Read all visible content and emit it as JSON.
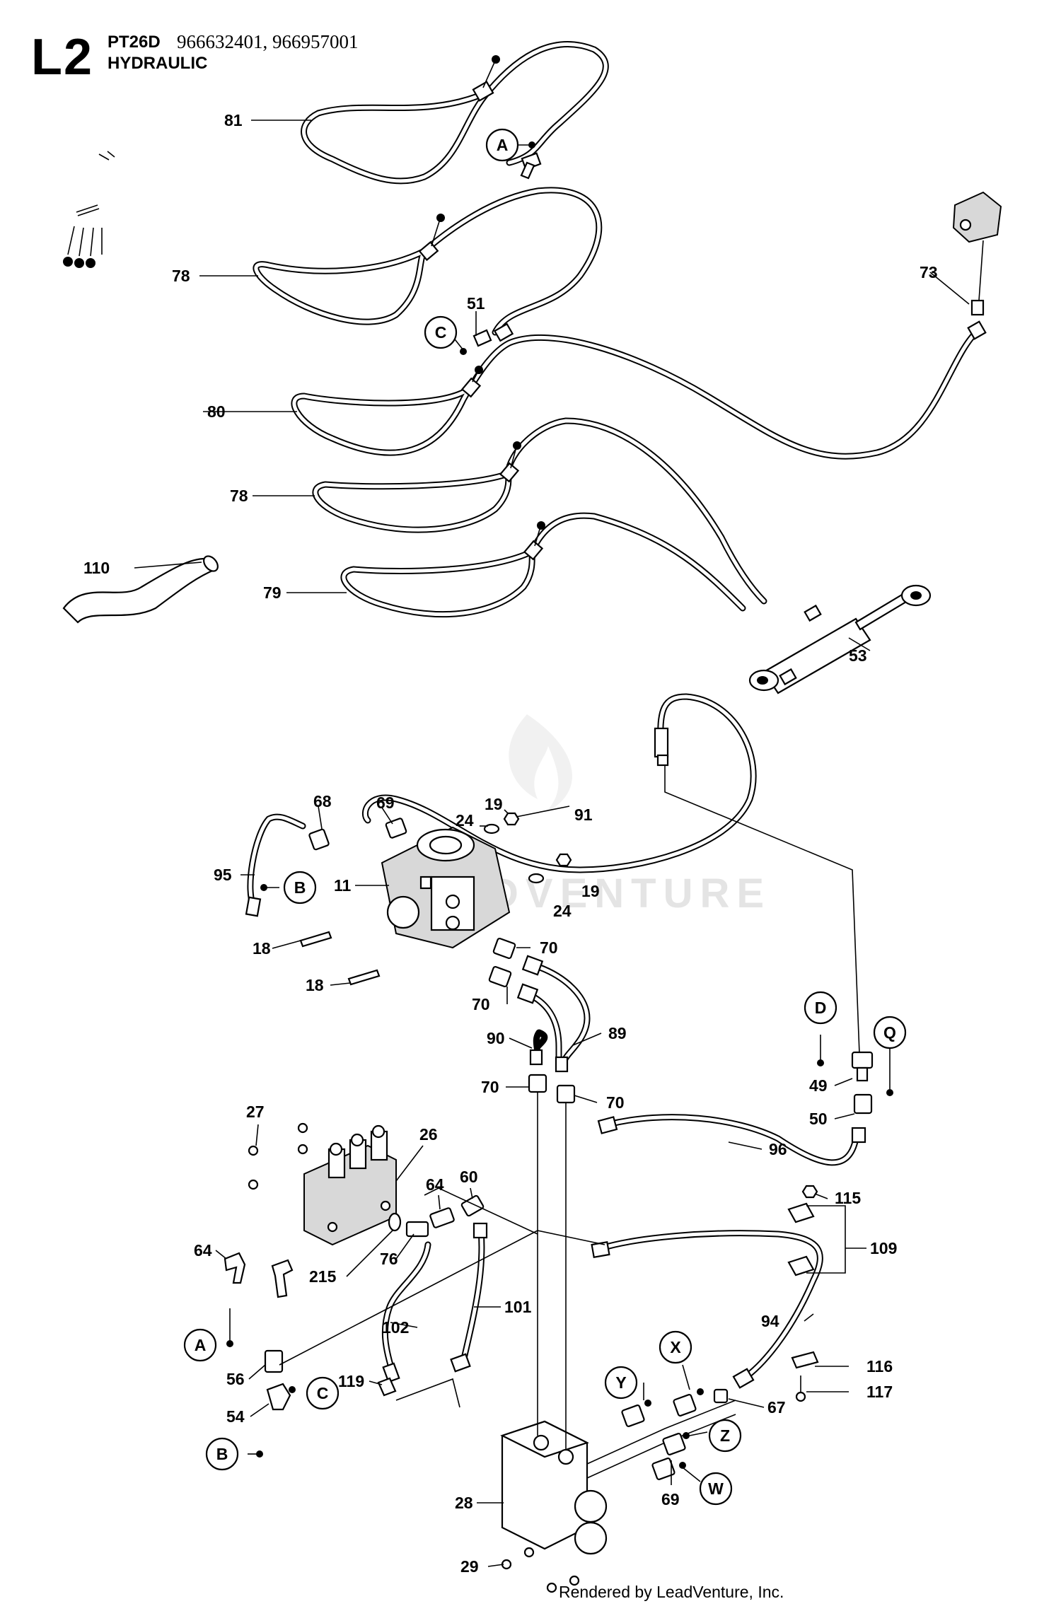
{
  "header": {
    "page_code": "L2",
    "model": "PT26D",
    "serials": "966632401, 966957001",
    "section": "HYDRAULIC"
  },
  "footer": "Rendered by LeadVenture, Inc.",
  "watermark": "LEADVENTURE",
  "callouts": {
    "p81": "81",
    "p78a": "78",
    "p78b": "78",
    "p80": "80",
    "p79": "79",
    "p110": "110",
    "p51": "51",
    "p73": "73",
    "p53": "53",
    "p68": "68",
    "p69a": "69",
    "p91": "91",
    "p24a": "24",
    "p19a": "19",
    "p19b": "19",
    "p24b": "24",
    "p95": "95",
    "p11": "11",
    "p18a": "18",
    "p18b": "18",
    "p70a": "70",
    "p70b": "70",
    "p89": "89",
    "p90": "90",
    "p70c": "70",
    "p70d": "70",
    "p49": "49",
    "p50": "50",
    "p27": "27",
    "p26": "26",
    "p96": "96",
    "p64a": "64",
    "p60": "60",
    "p115": "115",
    "p64b": "64",
    "p76": "76",
    "p109": "109",
    "p215": "215",
    "p101": "101",
    "p102": "102",
    "p94": "94",
    "p56": "56",
    "p119": "119",
    "p116": "116",
    "p117": "117",
    "p54": "54",
    "p67": "67",
    "p28": "28",
    "p69b": "69",
    "p29": "29"
  },
  "connection_markers": {
    "A1": "A",
    "A2": "A",
    "B1": "B",
    "B2": "B",
    "C1": "C",
    "C2": "C",
    "D": "D",
    "Q": "Q",
    "Y": "Y",
    "X": "X",
    "Z": "Z",
    "W": "W"
  }
}
